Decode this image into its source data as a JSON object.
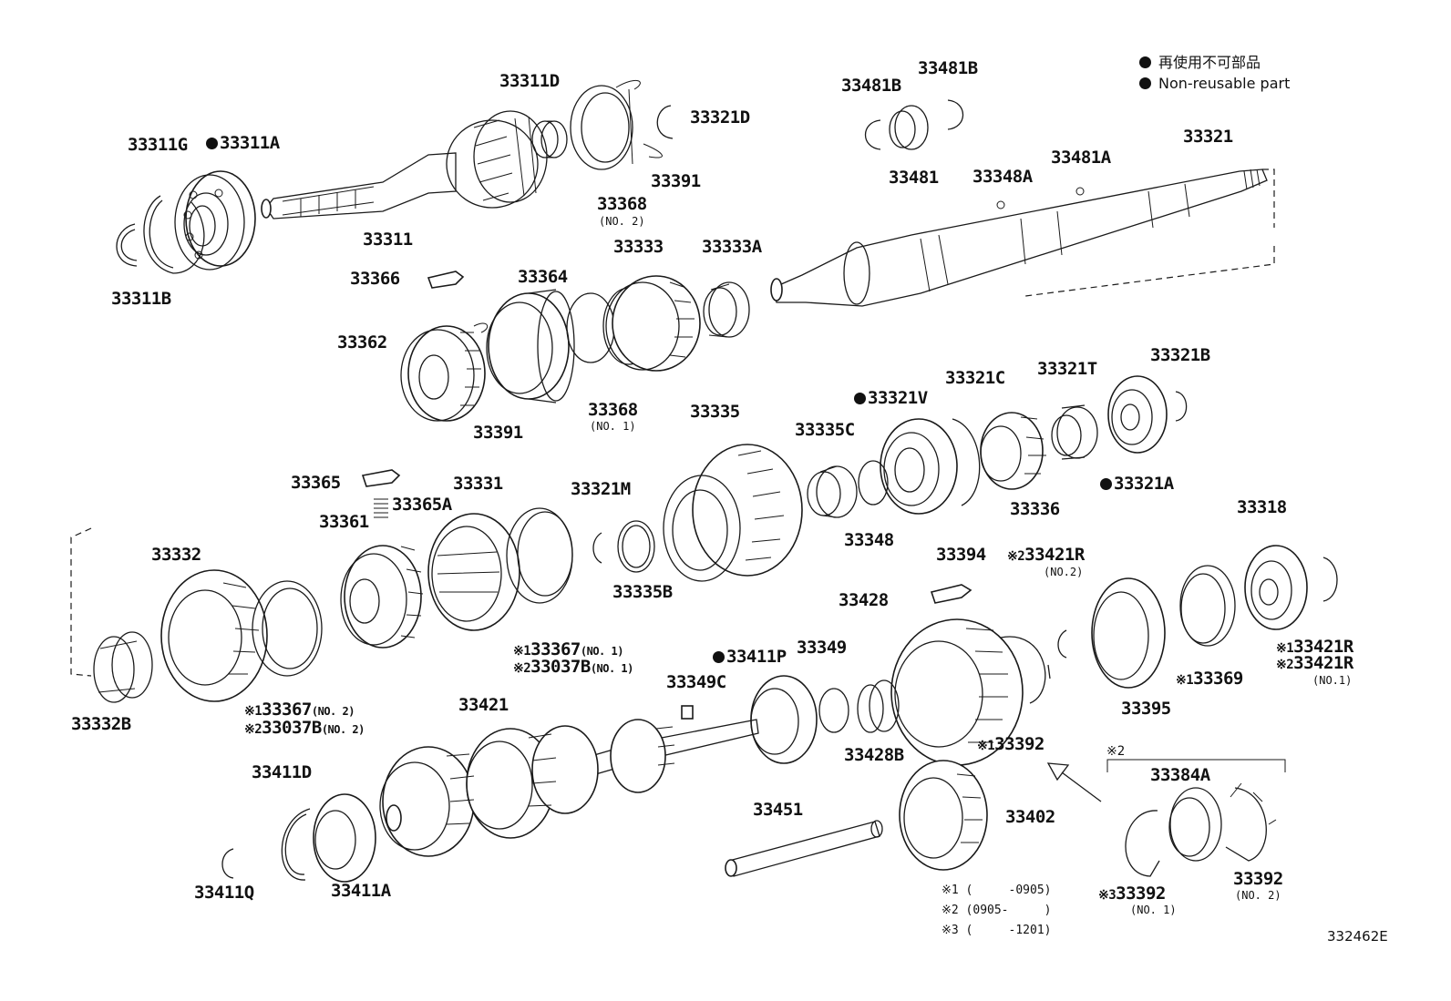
{
  "legend": {
    "mark": "●",
    "japanese": "再使用不可部品",
    "english": "Non-reusable part"
  },
  "labels": {
    "p33311G": "33311G",
    "p33311A": "33311A",
    "p33311D": "33311D",
    "p33321D": "33321D",
    "p33391_top": "33391",
    "p33368_no2": "33368",
    "no2_a": "(NO. 2)",
    "p33311": "33311",
    "p33311B": "33311B",
    "p33481B_left": "33481B",
    "p33481B_right": "33481B",
    "p33481": "33481",
    "p33348A": "33348A",
    "p33481A": "33481A",
    "p33321": "33321",
    "p33366": "33366",
    "p33364": "33364",
    "p33333": "33333",
    "p33333A": "33333A",
    "p33362": "33362",
    "p33391_mid": "33391",
    "p33368_no1": "33368",
    "no1_a": "(NO. 1)",
    "p33321B": "33321B",
    "p33321T": "33321T",
    "p33321C": "33321C",
    "p33321V": "33321V",
    "p33335": "33335",
    "p33335C": "33335C",
    "p33321A": "33321A",
    "p33336": "33336",
    "p33348": "33348",
    "p33365": "33365",
    "p33365A": "33365A",
    "p33361": "33361",
    "p33331": "33331",
    "p33321M": "33321M",
    "p33335B": "33335B",
    "p33332": "33332",
    "p33318": "33318",
    "p33394": "33394",
    "p33421R_no2": "33421R",
    "no2_b": "(NO.2)",
    "p33428": "33428",
    "p33367_no1": "33367",
    "no1_b": "(NO. 1)",
    "p33037B_no1": "33037B",
    "no1_c": "(NO. 1)",
    "p33411P": "33411P",
    "p33349": "33349",
    "p33349C": "33349C",
    "p33395": "33395",
    "p33369": "33369",
    "p33421R_a": "33421R",
    "p33421R_b": "33421R",
    "no1_d": "(NO.1)",
    "p33332B": "33332B",
    "p33367_no2": "33367",
    "no2_c": "(NO. 2)",
    "p33037B_no2": "33037B",
    "no2_d": "(NO. 2)",
    "p33421": "33421",
    "p33428B": "33428B",
    "p33392_main": "33392",
    "p33411D": "33411D",
    "p33451": "33451",
    "p33402": "33402",
    "p33384A": "33384A",
    "p33411Q": "33411Q",
    "p33411A": "33411A",
    "p33392_no1": "33392",
    "no1_e": "(NO. 1)",
    "p33392_no2": "33392",
    "no2_e": "(NO. 2)"
  },
  "marks": {
    "k1": "※1",
    "k2": "※2",
    "k3": "※3"
  },
  "notes": {
    "n1": "※1 (     -0905)",
    "n2": "※2 (0905-     )",
    "n3": "※3 (     -1201)"
  },
  "figure_id": "332462E"
}
